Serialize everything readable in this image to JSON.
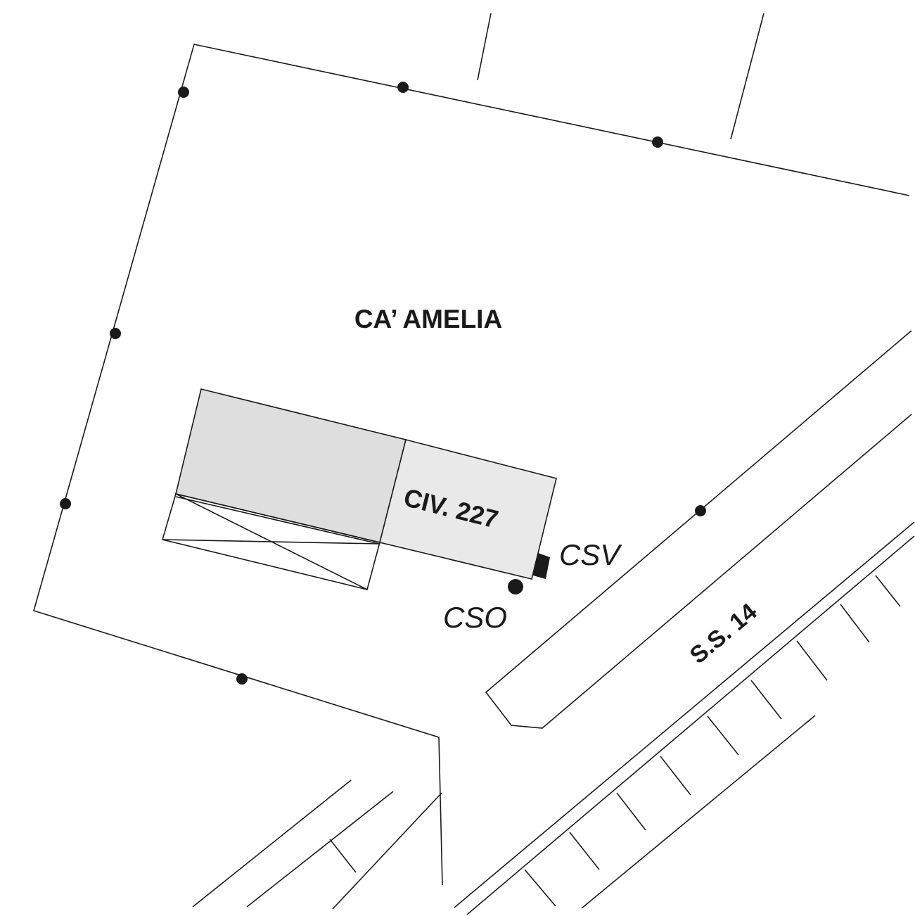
{
  "map": {
    "property_label": "CA’ AMELIA",
    "building_label": "CIV. 227",
    "road_label": "S.S. 14",
    "csv_label": "CSV",
    "cso_label": "CSO",
    "colors": {
      "line": "#1a1a1a",
      "building_dark": "#dedede",
      "building_light": "#e9e9e9",
      "background": "#ffffff"
    },
    "icons": [
      "boundary-marker-dot",
      "csv-marker-square",
      "cso-marker-dot"
    ]
  }
}
